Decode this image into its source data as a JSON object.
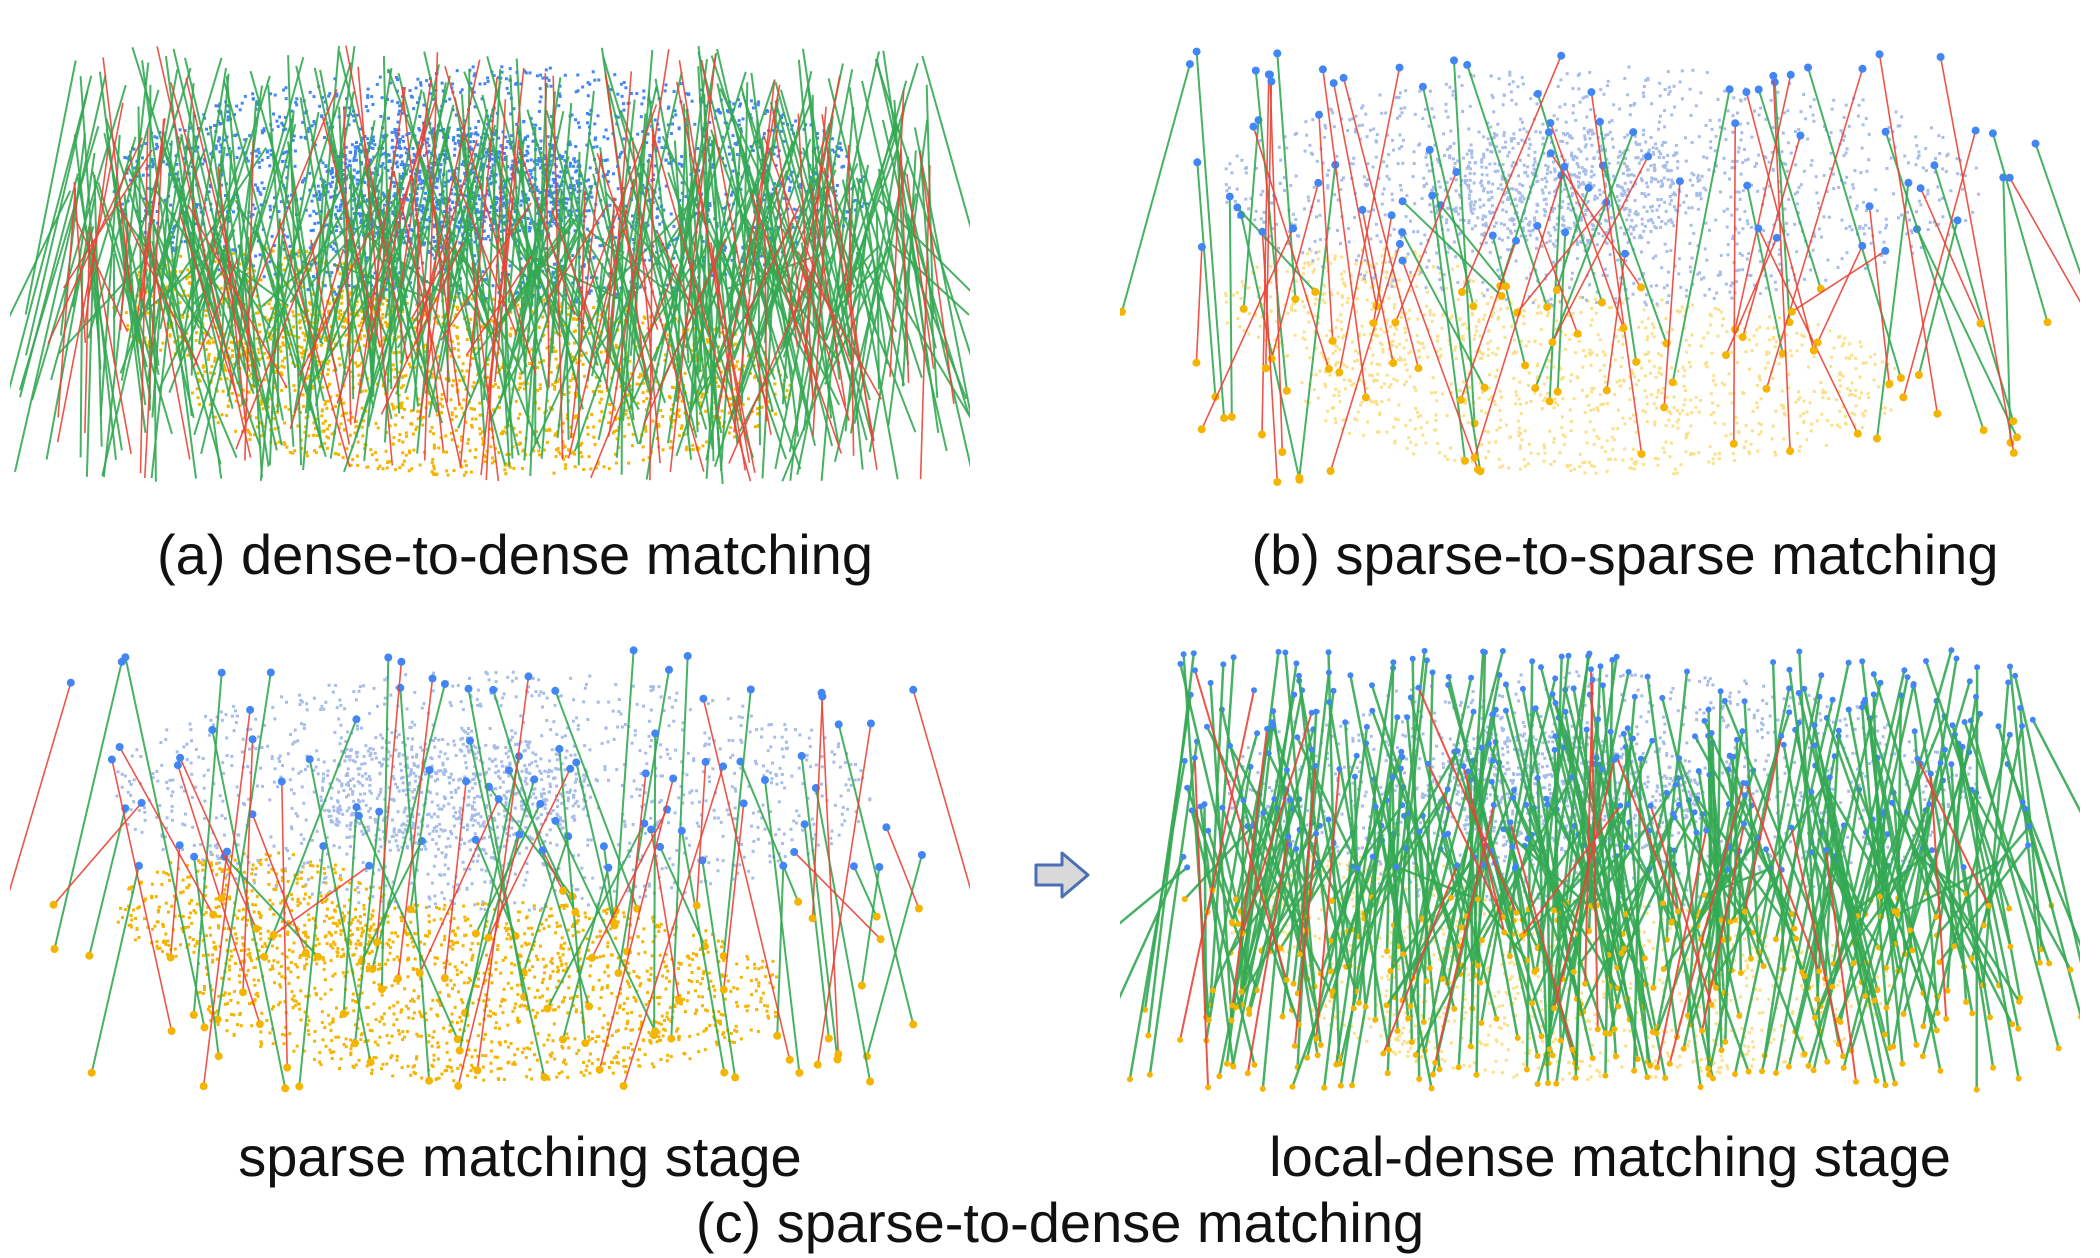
{
  "captions": {
    "a": "(a) dense-to-dense matching",
    "b": "(b) sparse-to-sparse matching",
    "c1": "sparse matching stage",
    "c2": "local-dense matching stage",
    "c": "(c) sparse-to-dense matching"
  },
  "colors": {
    "source_points": "#f4b400",
    "source_points_light": "#fbe08a",
    "target_points": "#4285f4",
    "target_points_light": "#a7bde8",
    "correct_match": "#34a853",
    "incorrect_match": "#ea4335",
    "arrow_fill": "#d9d9d9",
    "arrow_stroke": "#4a6fb5"
  },
  "icons": {
    "stage_arrow": "right-arrow-icon"
  }
}
